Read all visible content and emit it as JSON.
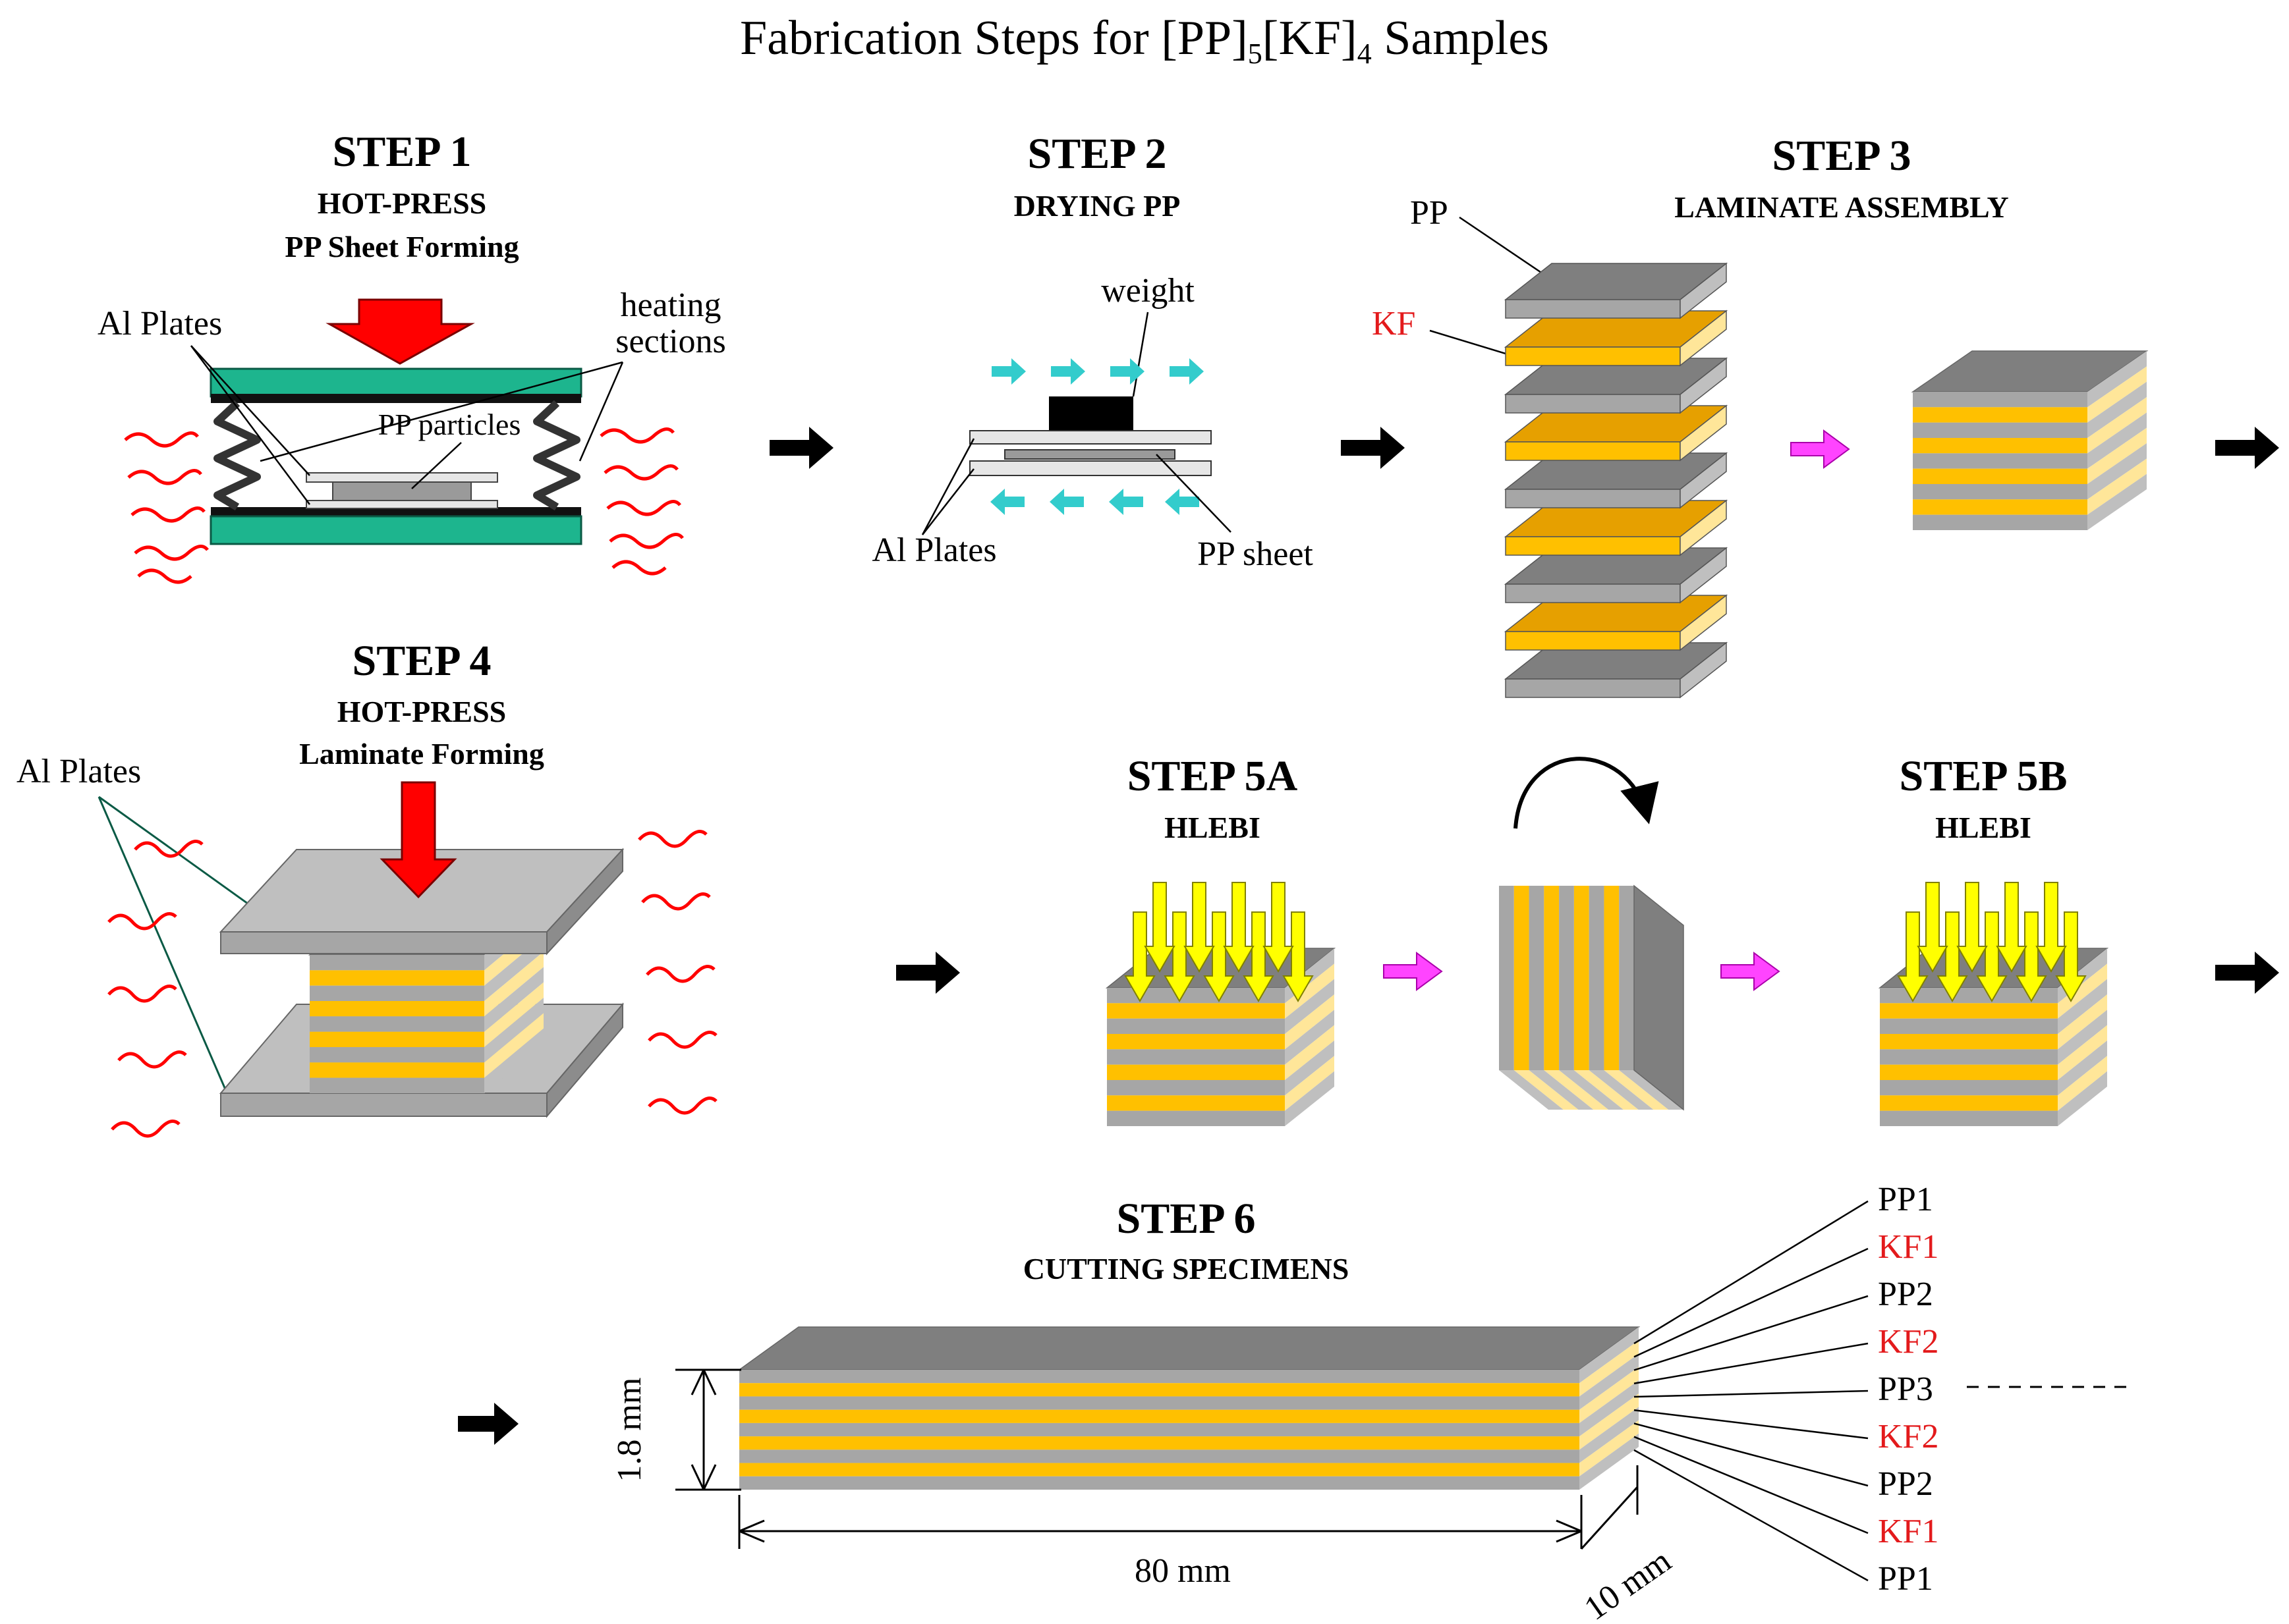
{
  "title": {
    "pre": "Fabrication Steps for [PP]",
    "sub1": "5",
    "mid": "[KF]",
    "sub2": "4",
    "post": " Samples"
  },
  "step1": {
    "heading": "STEP 1",
    "line1": "HOT-PRESS",
    "line2": "PP Sheet Forming",
    "al_plates": "Al Plates",
    "heating1": "heating",
    "heating2": "sections",
    "particles": "PP particles"
  },
  "step2": {
    "heading": "STEP 2",
    "line1": "DRYING PP",
    "weight": "weight",
    "al_plates": "Al Plates",
    "pp_sheet": "PP sheet"
  },
  "step3": {
    "heading": "STEP 3",
    "line1": "LAMINATE ASSEMBLY",
    "pp": "PP",
    "kf": "KF"
  },
  "step4": {
    "heading": "STEP 4",
    "line1": "HOT-PRESS",
    "line2": "Laminate Forming",
    "al_plates": "Al Plates"
  },
  "step5a": {
    "heading": "STEP 5A",
    "line1": "HLEBI"
  },
  "step5b": {
    "heading": "STEP 5B",
    "line1": "HLEBI"
  },
  "step6": {
    "heading": "STEP 6",
    "line1": "CUTTING SPECIMENS",
    "thickness": "1.8 mm",
    "length": "80 mm",
    "width": "10 mm",
    "layers": [
      "PP1",
      "KF1",
      "PP2",
      "KF2",
      "PP3",
      "KF2",
      "PP2",
      "KF1",
      "PP1"
    ]
  },
  "colors": {
    "pp": "#8c8c8c",
    "pp_top": "#7a7a7a",
    "kf": "#ffc000",
    "kf_side": "#ffe699",
    "plate": "#bfbfbf",
    "press_plate": "#1db58e",
    "press_arrow": "#ff0000",
    "flow_arrow": "#33cccc",
    "step_arrow": "#ff44ff",
    "beam_arrow": "#ffff00",
    "heat": "#ff0000",
    "kf_label": "#e31a1c"
  }
}
